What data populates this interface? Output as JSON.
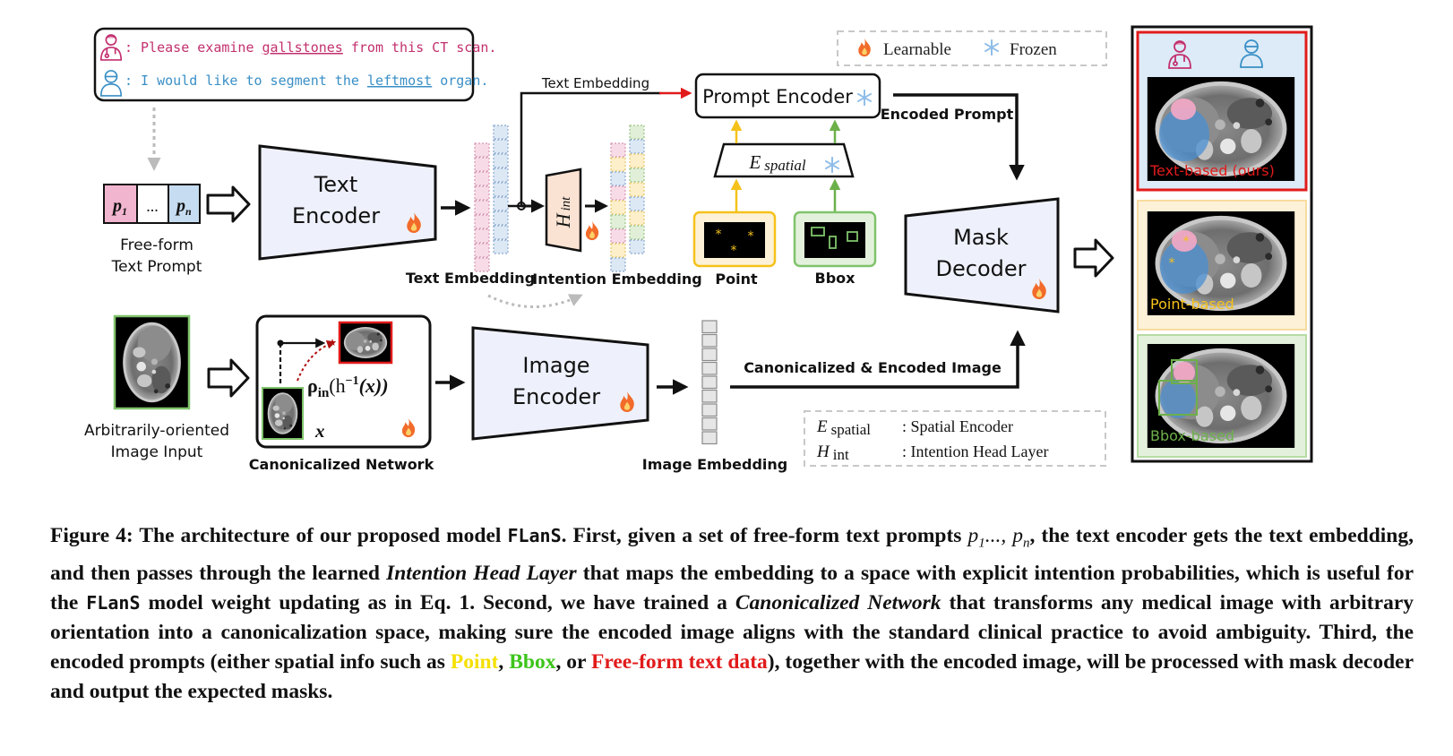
{
  "chat": {
    "line1": ": Please examine gallstones from this CT scan.",
    "line1_pre": ": Please examine ",
    "line1_term": "gallstones",
    "line1_post": " from this CT scan.",
    "line2_pre": ": I would like to segment the ",
    "line2_term": "leftmost",
    "line2_post": " organ."
  },
  "prompt_tokens": {
    "first": "p",
    "first_sub": "1",
    "middle": "...",
    "last": "p",
    "last_sub": "n"
  },
  "labels": {
    "free_form_1": "Free-form",
    "free_form_2": "Text Prompt",
    "text_encoder_1": "Text",
    "text_encoder_2": "Encoder",
    "text_embedding_top": "Text Embedding",
    "text_embedding": "Text Embedding",
    "intention_embedding": "Intention Embedding",
    "h_int_main": "H",
    "h_int_sub": "int",
    "prompt_encoder": "Prompt Encoder",
    "e_spatial_main": "E",
    "e_spatial_sub": "spatial",
    "point": "Point",
    "bbox": "Bbox",
    "encoded_prompt": "Encoded Prompt",
    "mask_decoder_1": "Mask",
    "mask_decoder_2": "Decoder",
    "arbitrary_1": "Arbitrarily-oriented",
    "arbitrary_2": "Image Input",
    "canon_formula": "ρ",
    "canon_formula_sub": "in",
    "canon_formula_rest": "(h",
    "canon_formula_sup": "−1",
    "canon_formula_end": "(x))",
    "canon_x": "x",
    "canonicalized_network": "Canonicalized Network",
    "image_encoder_1": "Image",
    "image_encoder_2": "Encoder",
    "image_embedding": "Image Embedding",
    "canon_encoded": "Canonicalized & Encoded Image",
    "legend_learnable": "Learnable",
    "legend_frozen": "Frozen",
    "key_e_main": "E",
    "key_e_sub": "spatial",
    "key_e_desc": ": Spatial Encoder",
    "key_h_main": "H",
    "key_h_sub": "int",
    "key_h_desc": ": Intention Head Layer",
    "out_text": "Text-based (ours)",
    "out_point": "Point-based",
    "out_bbox": "Bbox-based"
  },
  "caption": {
    "s1": "Figure 4: The architecture of our proposed model ",
    "model": "FLanS",
    "s2": ". First, given a set of free-form text prompts ",
    "math": "p",
    "math_sub1": "1",
    "math_mid": "..., ",
    "math2": "p",
    "math_sub2": "n",
    "s3": ", the text encoder gets the text embedding, and then passes through the learned ",
    "ihl": "Intention Head Layer",
    "s4": " that maps the embedding to a space with explicit intention probabilities, which is useful for the ",
    "model2": "FLanS",
    "s5": " model weight updating as in Eq. 1. Second, we have trained a ",
    "cn": "Canonicalized Network",
    "s6": " that transforms any medical image with arbitrary orientation into a canonicalization space, making sure the encoded image aligns with the standard clinical practice to avoid ambiguity. Third, the encoded prompts (either spatial info such as ",
    "point": "Point",
    "comma1": ", ",
    "bbox": "Bbox",
    "s7": ", or ",
    "text": "Free-form text data",
    "s8": "), together with the encoded image, will be processed with mask decoder and output the expected masks."
  },
  "colors": {
    "pink": "#c2306e",
    "blue_text": "#3a8fc6",
    "encoder_fill": "#eef1fb",
    "hint_fill": "#fbe3d3",
    "point_border": "#f5c21b",
    "bbox_border": "#7fc36b",
    "out_red": "#e11b1b",
    "out_point_bg": "#fdf1d7",
    "out_bbox_bg": "#e3f1dc",
    "out_text_bg": "#dcebf7",
    "flame": "#f26b2a",
    "snow": "#8fbde8"
  }
}
